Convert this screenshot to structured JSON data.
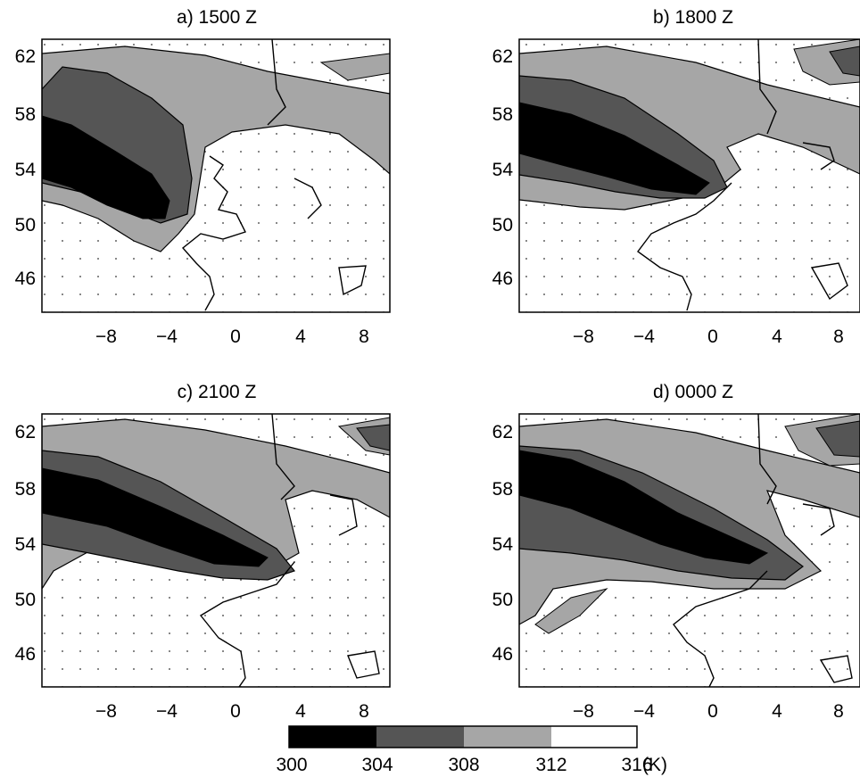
{
  "panels": [
    {
      "title": "a) 1500 Z"
    },
    {
      "title": "b) 1800 Z"
    },
    {
      "title": "c) 2100 Z"
    },
    {
      "title": "d) 0000 Z"
    }
  ],
  "axes": {
    "y_ticks": [
      "62",
      "58",
      "54",
      "50",
      "46"
    ],
    "x_ticks": [
      "−8",
      "−4",
      "0",
      "4",
      "8"
    ]
  },
  "colorbar": {
    "labels": [
      "300",
      "304",
      "308",
      "312",
      "316"
    ],
    "unit": "(K)",
    "colors": [
      "#000000",
      "#555555",
      "#a6a6a6",
      "#ffffff"
    ]
  },
  "colors": {
    "band_300": "#000000",
    "band_304": "#555555",
    "band_308": "#a6a6a6",
    "band_312": "#ffffff"
  }
}
